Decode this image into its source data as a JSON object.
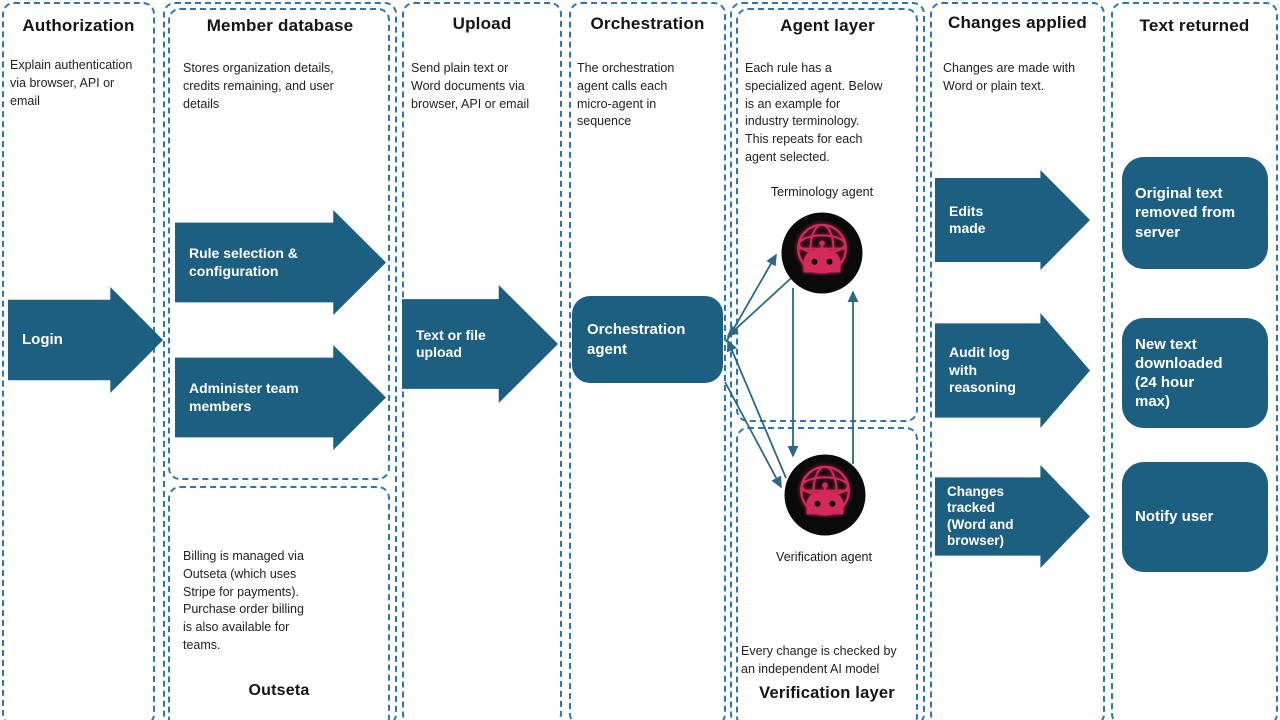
{
  "diagram": {
    "colors": {
      "accent_teal": "#1d5f80",
      "dashed_border": "#2e75b6",
      "connector": "#2a6885",
      "icon_pink": "#d42a5b",
      "icon_bg": "#0a0a0a"
    },
    "columns": {
      "authorization": {
        "title": "Authorization",
        "desc": "Explain authentication\nvia browser, API or\nemail",
        "login_arrow": "Login"
      },
      "member_database": {
        "title": "Member database",
        "desc": "Stores organization details,\ncredits remaining, and user\ndetails",
        "rule_arrow": "Rule selection &\nconfiguration",
        "admin_arrow": "Administer team\nmembers",
        "billing_note": "Billing is managed via\nOutseta (which uses\nStripe for payments).\nPurchase order billing\nis also available for\nteams.",
        "billing_label": "Outseta"
      },
      "upload": {
        "title": "Upload",
        "desc": "Send plain text or\nWord documents via\nbrowser, API or email",
        "upload_arrow": "Text or file\nupload"
      },
      "orchestration": {
        "title": "Orchestration",
        "desc": "The orchestration\nagent calls each\nmicro-agent in\nsequence",
        "agent_box": "Orchestration\nagent"
      },
      "agent_layer": {
        "title": "Agent layer",
        "desc": "Each rule has a\nspecialized agent. Below\nis an example for\nindustry terminology.\nThis repeats for each\nagent selected.",
        "terminology_label": "Terminology agent",
        "verification_label": "Verification agent",
        "verification_note": "Every change is checked by\nan independent AI model",
        "verification_layer_label": "Verification layer"
      },
      "changes_applied": {
        "title": "Changes applied",
        "desc": "Changes are made with\nWord or plain text.",
        "edits_arrow": "Edits\nmade",
        "audit_arrow": "Audit log\nwith\nreasoning",
        "tracked_arrow": "Changes\ntracked\n(Word and\nbrowser)"
      },
      "text_returned": {
        "title": "Text returned",
        "box_original": "Original text\nremoved from\nserver",
        "box_new": "New text\ndownloaded\n(24 hour\nmax)",
        "box_notify": "Notify user"
      }
    }
  }
}
